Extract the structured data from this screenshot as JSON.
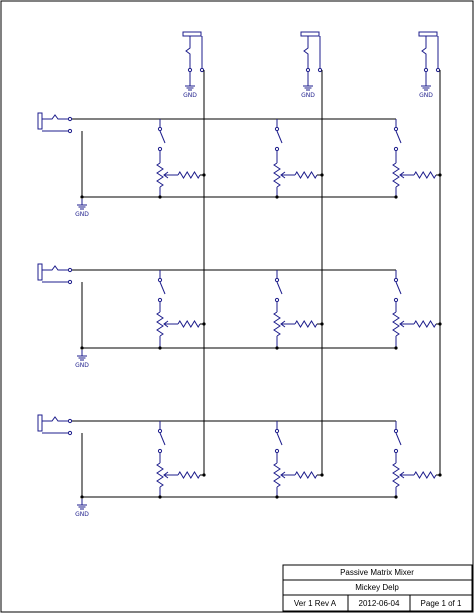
{
  "schematic": {
    "ground_label": "GND",
    "inputs": 3,
    "outputs": 3,
    "colors": {
      "wire": "#000000",
      "component": "#1e1e8c",
      "border": "#000000"
    },
    "icons": [
      "audio-jack-icon",
      "switch-icon",
      "potentiometer-icon",
      "resistor-icon",
      "ground-icon"
    ]
  },
  "title_block": {
    "title": "Passive Matrix Mixer",
    "author": "Mickey Delp",
    "version": "Ver 1 Rev A",
    "date": "2012-06-04",
    "page": "Page 1 of 1"
  }
}
